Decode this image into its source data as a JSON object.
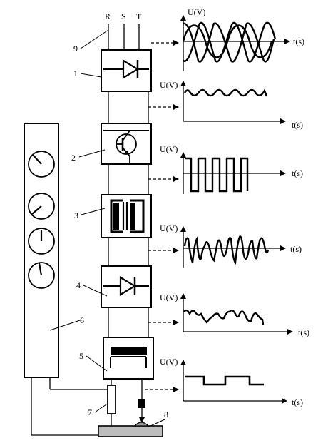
{
  "phases": [
    "R",
    "S",
    "T"
  ],
  "labels": {
    "n1": "1",
    "n2": "2",
    "n3": "3",
    "n4": "4",
    "n5": "5",
    "n6": "6",
    "n7": "7",
    "n8": "8",
    "n9": "9"
  },
  "axes": {
    "voltage": "U(V)",
    "time": "t(s)"
  },
  "stages": [
    {
      "number": "1",
      "symbol": "diode-icon"
    },
    {
      "number": "2",
      "symbol": "transistor-icon"
    },
    {
      "number": "3",
      "symbol": "transformer-icon"
    },
    {
      "number": "4",
      "symbol": "diode-icon"
    },
    {
      "number": "5",
      "symbol": "inductor-icon"
    }
  ],
  "meter_count": 4
}
